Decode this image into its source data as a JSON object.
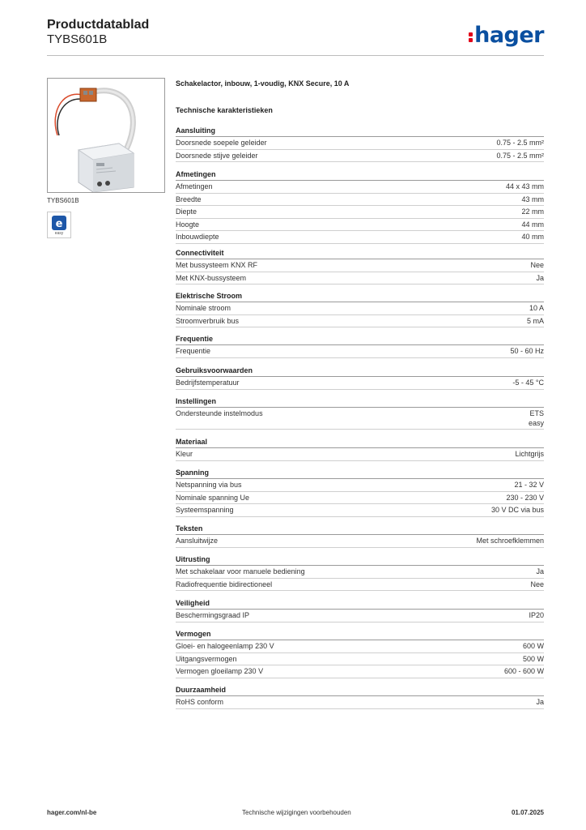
{
  "header": {
    "title": "Productdatablad",
    "subtitle": "TYBS601B",
    "logo_text": "hager",
    "logo_color": "#0a4fa0",
    "logo_dot_color": "#e2001a"
  },
  "product": {
    "photo_caption": "TYBS601B",
    "badge_text": "easy",
    "name": "Schakelactor, inbouw, 1-voudig, KNX Secure, 10 A",
    "tech_heading": "Technische karakteristieken"
  },
  "sections": [
    {
      "title": "Aansluiting",
      "rows": [
        {
          "label": "Doorsnede soepele geleider",
          "value": "0.75 - 2.5 mm²"
        },
        {
          "label": "Doorsnede stijve geleider",
          "value": "0.75 - 2.5 mm²"
        }
      ]
    },
    {
      "title": "Afmetingen",
      "rows": [
        {
          "label": "Afmetingen",
          "value": "44 x 43 mm"
        },
        {
          "label": "Breedte",
          "value": "43 mm"
        },
        {
          "label": "Diepte",
          "value": "22 mm"
        },
        {
          "label": "Hoogte",
          "value": "44 mm"
        },
        {
          "label": "Inbouwdiepte",
          "value": "40 mm"
        }
      ]
    },
    {
      "title": "Connectiviteit",
      "rows": [
        {
          "label": "Met bussysteem KNX RF",
          "value": "Nee"
        },
        {
          "label": "Met KNX-bussysteem",
          "value": "Ja"
        }
      ]
    },
    {
      "title": "Elektrische Stroom",
      "rows": [
        {
          "label": "Nominale stroom",
          "value": "10 A"
        },
        {
          "label": "Stroomverbruik bus",
          "value": "5 mA"
        }
      ]
    },
    {
      "title": "Frequentie",
      "rows": [
        {
          "label": "Frequentie",
          "value": "50 - 60 Hz"
        }
      ]
    },
    {
      "title": "Gebruiksvoorwaarden",
      "rows": [
        {
          "label": "Bedrijfstemperatuur",
          "value": "-5 - 45 °C"
        }
      ]
    },
    {
      "title": "Instellingen",
      "rows": [
        {
          "label": "Ondersteunde instelmodus",
          "value": "ETS",
          "value2": "easy"
        }
      ]
    },
    {
      "title": "Materiaal",
      "rows": [
        {
          "label": "Kleur",
          "value": "Lichtgrijs"
        }
      ]
    },
    {
      "title": "Spanning",
      "rows": [
        {
          "label": "Netspanning via bus",
          "value": "21 - 32 V"
        },
        {
          "label": "Nominale spanning Ue",
          "value": "230 - 230 V"
        },
        {
          "label": "Systeemspanning",
          "value": "30 V DC via bus"
        }
      ]
    },
    {
      "title": "Teksten",
      "rows": [
        {
          "label": "Aansluitwijze",
          "value": "Met schroefklemmen"
        }
      ]
    },
    {
      "title": "Uitrusting",
      "rows": [
        {
          "label": "Met schakelaar voor manuele bediening",
          "value": "Ja"
        },
        {
          "label": "Radiofrequentie bidirectioneel",
          "value": "Nee"
        }
      ]
    },
    {
      "title": "Veiligheid",
      "rows": [
        {
          "label": "Beschermingsgraad IP",
          "value": "IP20"
        }
      ]
    },
    {
      "title": "Vermogen",
      "rows": [
        {
          "label": "Gloei- en halogeenlamp 230 V",
          "value": "600 W"
        },
        {
          "label": "Uitgangsvermogen",
          "value": "500 W"
        },
        {
          "label": "Vermogen gloeilamp 230 V",
          "value": "600 - 600 W"
        }
      ]
    },
    {
      "title": "Duurzaamheid",
      "rows": [
        {
          "label": "RoHS conform",
          "value": "Ja"
        }
      ]
    }
  ],
  "footer": {
    "website": "hager.com/nl-be",
    "notice": "Technische wijzigingen voorbehouden",
    "date": "01.07.2025"
  }
}
